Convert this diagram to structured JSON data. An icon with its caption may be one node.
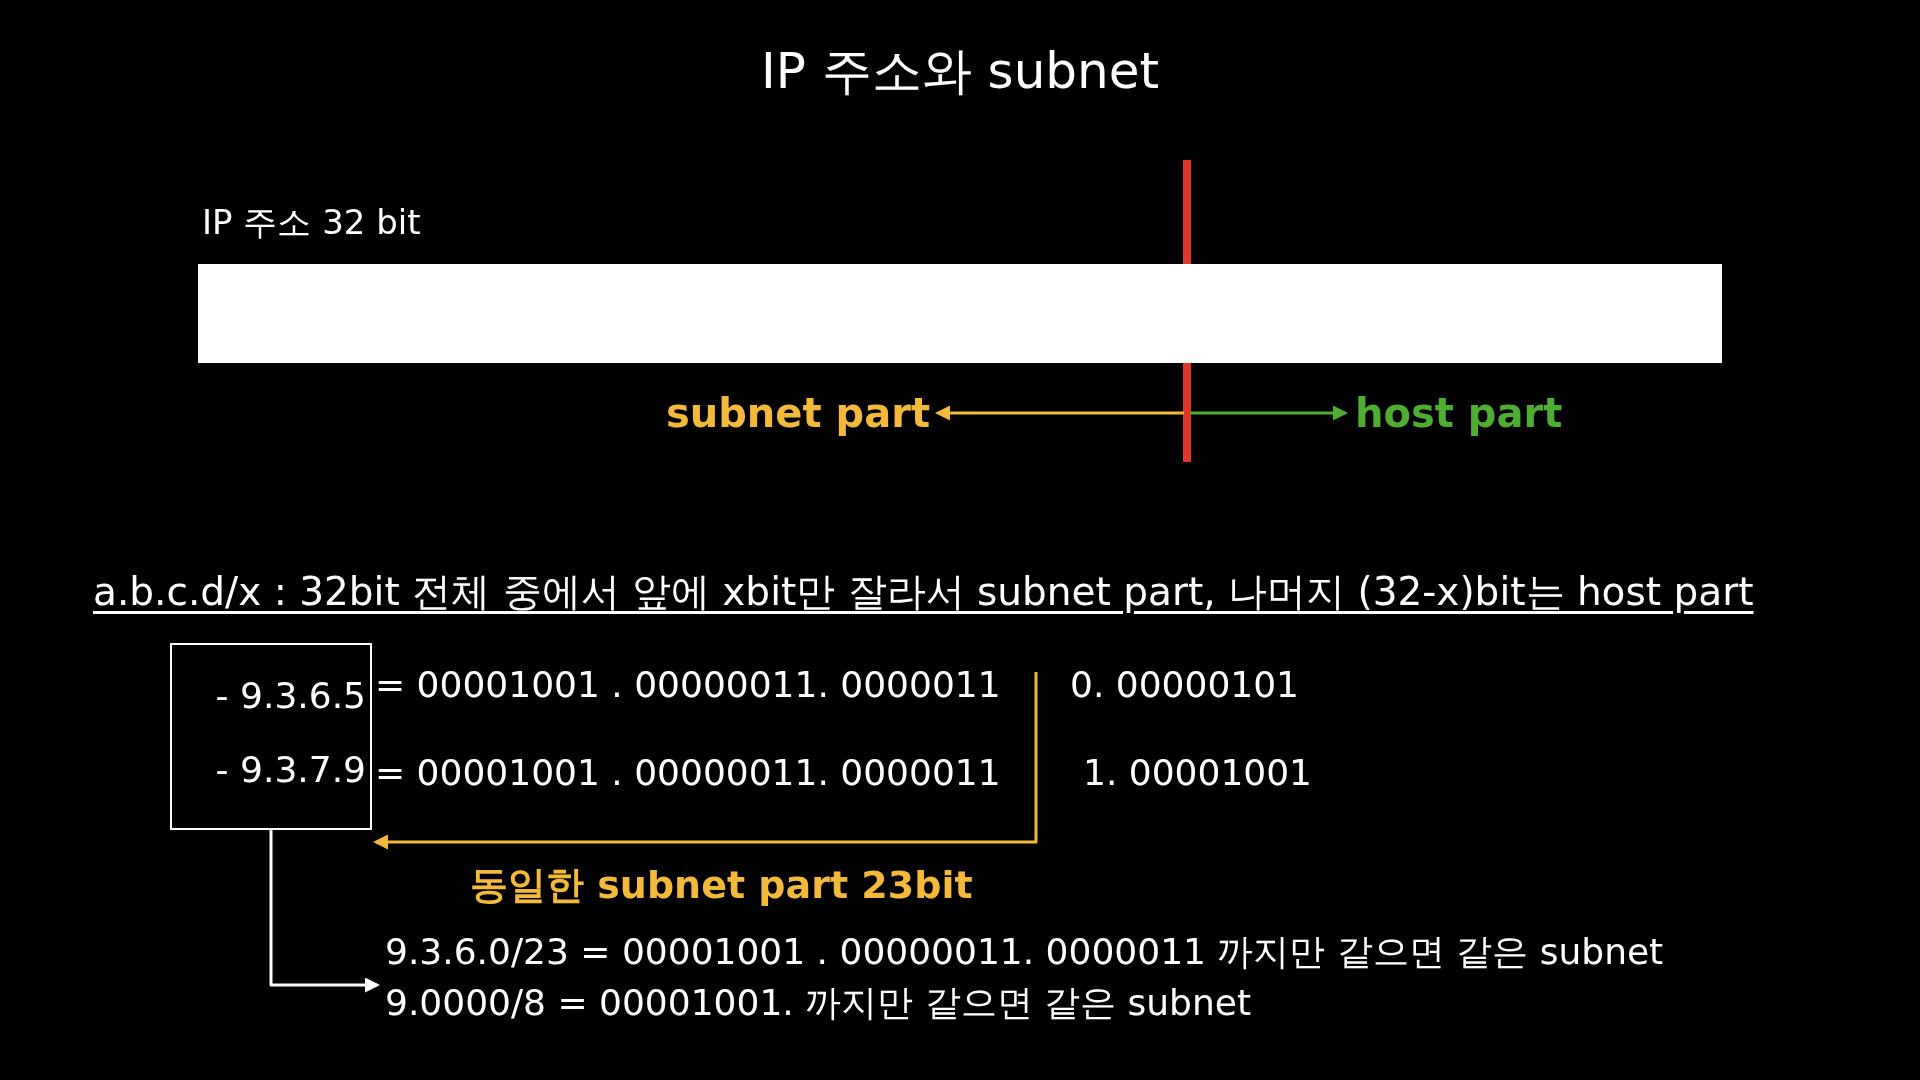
{
  "diagram": {
    "title": "IP 주소와 subnet",
    "nodes": [
      {
        "text": [
          "IP 주소 32 bit"
        ]
      },
      {
        "text": [
          "subnet part"
        ]
      },
      {
        "text": [
          "host part"
        ]
      },
      {
        "text": [
          "- 9.3.6.5",
          "- 9.3.7.9"
        ]
      },
      {
        "text": [
          "9.3.6.0/23 = 00001001 . 00000011. 0000011 까지만 같으면 같은 subnet",
          "9.0000/8 = 00001001. 까지만 같으면 같은 subnet"
        ]
      }
    ],
    "edges": [
      {
        "from": null,
        "to": 1,
        "arrow": "to",
        "color": "#f2b93b"
      },
      {
        "from": null,
        "to": 2,
        "arrow": "to",
        "color": "#4fae32"
      },
      {
        "from": null,
        "to": 3,
        "arrow": "to",
        "color": "#f2b93b",
        "label": "동일한 subnet part 23bit"
      },
      {
        "from": 3,
        "to": 4,
        "arrow": "to",
        "color": "#ffffff"
      }
    ],
    "labels": [
      "a.b.c.d/x : 32bit 전체 중에서 앞에 xbit만 잘라서 subnet part, 나머지 (32-x)bit는 host part",
      "= 00001001 . 00000011. 0000011",
      "0. 00000101",
      "= 00001001 . 00000011. 0000011",
      "1. 00001001"
    ]
  }
}
